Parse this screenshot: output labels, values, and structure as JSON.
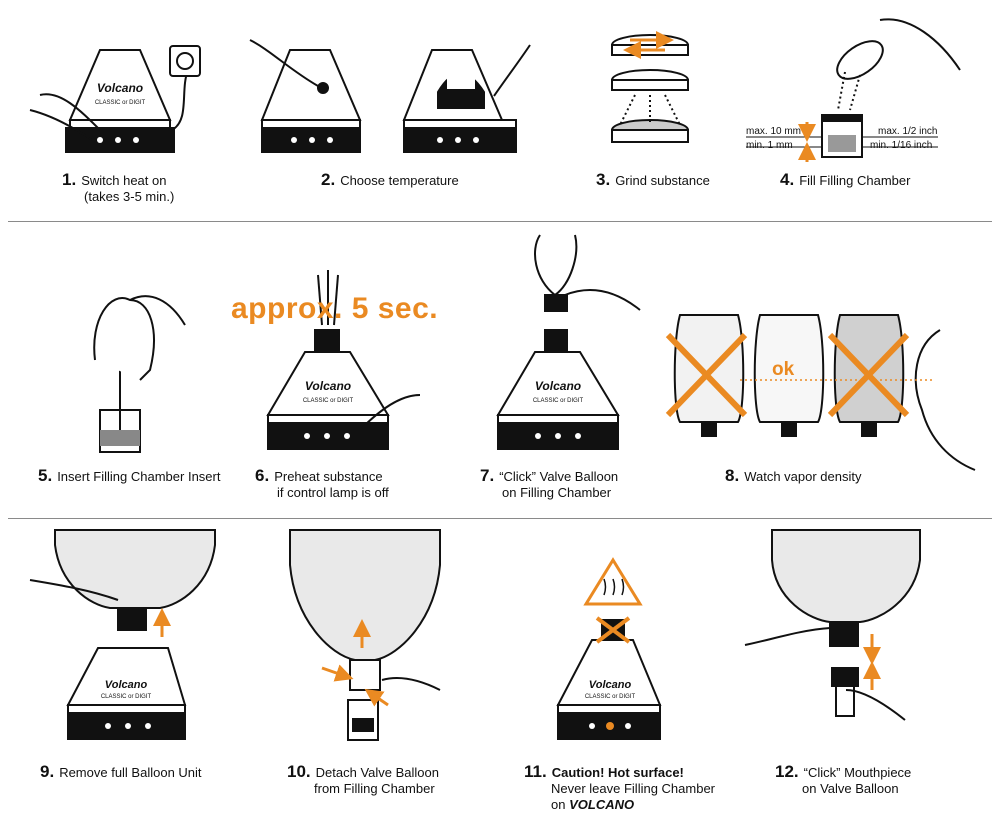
{
  "steps": [
    {
      "num": "1.",
      "lines": [
        "Switch heat on",
        "(takes 3-5 min.)"
      ]
    },
    {
      "num": "2.",
      "lines": [
        "Choose temperature"
      ]
    },
    {
      "num": "3.",
      "lines": [
        "Grind substance"
      ]
    },
    {
      "num": "4.",
      "lines": [
        "Fill Filling Chamber"
      ]
    },
    {
      "num": "5.",
      "lines": [
        "Insert Filling Chamber Insert"
      ]
    },
    {
      "num": "6.",
      "lines": [
        "Preheat substance",
        "if control lamp is off"
      ]
    },
    {
      "num": "7.",
      "lines": [
        "“Click” Valve Balloon",
        "on Filling Chamber"
      ]
    },
    {
      "num": "8.",
      "lines": [
        "Watch vapor density"
      ]
    },
    {
      "num": "9.",
      "lines": [
        "Remove full Balloon Unit"
      ]
    },
    {
      "num": "10.",
      "lines": [
        "Detach Valve Balloon",
        "from Filling Chamber"
      ]
    },
    {
      "num": "11.",
      "lines": [
        "Caution! Hot surface!",
        "Never leave Filling Chamber",
        "on",
        "VOLCANO"
      ]
    },
    {
      "num": "12.",
      "lines": [
        "“Click” Mouthpiece",
        "on Valve Balloon"
      ]
    }
  ],
  "annotations": {
    "approx": "approx. 5 sec.",
    "ok": "ok",
    "max_mm": "max. 10 mm",
    "min_mm": "min. 1 mm",
    "max_inch": "max. 1/2 inch",
    "min_inch": "min. 1/16 inch"
  },
  "device_logo": {
    "brand": "Volcano",
    "model": "CLASSIC or DIGIT"
  },
  "colors": {
    "accent": "#ea8a22",
    "line": "#111111",
    "balloon": "#e9e9e9",
    "divider": "#8a8a8a"
  }
}
